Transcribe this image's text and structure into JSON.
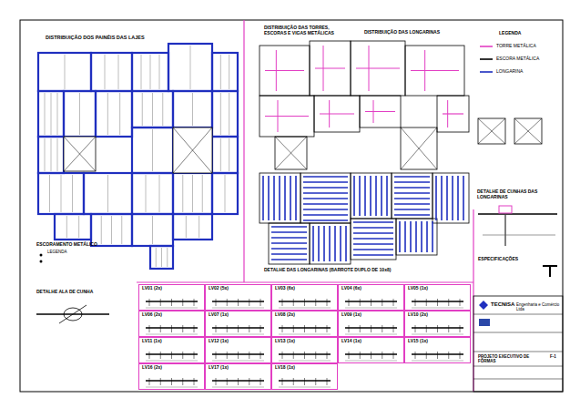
{
  "diagram": {
    "nodes": [
      {
        "text": [
          "LV01 (2x)"
        ]
      },
      {
        "text": [
          "LV02 (5x)"
        ]
      },
      {
        "text": [
          "LV03 (6x)"
        ]
      },
      {
        "text": [
          "LV04 (6x)"
        ]
      },
      {
        "text": [
          "LV05 (1x)"
        ]
      },
      {
        "text": [
          "LV06 (2x)"
        ]
      },
      {
        "text": [
          "LV07 (1x)"
        ]
      },
      {
        "text": [
          "LV08 (2x)"
        ]
      },
      {
        "text": [
          "LV09 (1x)"
        ]
      },
      {
        "text": [
          "LV10 (2x)"
        ]
      },
      {
        "text": [
          "LV11 (1x)"
        ]
      },
      {
        "text": [
          "LV12 (1x)"
        ]
      },
      {
        "text": [
          "LV13 (1x)"
        ]
      },
      {
        "text": [
          "LV14 (1x)"
        ]
      },
      {
        "text": [
          "LV15 (1x)"
        ]
      },
      {
        "text": [
          "LV16 (2x)"
        ]
      },
      {
        "text": [
          "LV17 (1x)"
        ]
      },
      {
        "text": [
          "LV18 (1x)"
        ]
      }
    ],
    "labels": [
      "DISTRIBUIÇÃO DOS PAINÉIS DAS LAJES",
      "DISTRIBUIÇÃO DAS TORRES, ESCORAS E VIGAS METÁLICAS",
      "DISTRIBUIÇÃO DAS LONGARINAS",
      "LEGENDA",
      "DETALHE DAS LONGARINAS (BARROTE DUPLO DE 10x8)",
      "ESCORAMENTO METÁLICO",
      "LEGENDA",
      "DETALHE ALA DE CUNHA",
      "DETALHE DE CUNHAS DAS LONGARINAS",
      "ESPECIFICAÇÕES",
      "TECNISA",
      "Engenharia e Comércio Ltda",
      "PROJETO EXECUTIVO DE FÔRMAS",
      "F-1"
    ],
    "legend": [
      {
        "text": "TORRE METÁLICA"
      },
      {
        "text": "ESCORA METÁLICA"
      },
      {
        "text": "LONGARINA"
      }
    ]
  }
}
